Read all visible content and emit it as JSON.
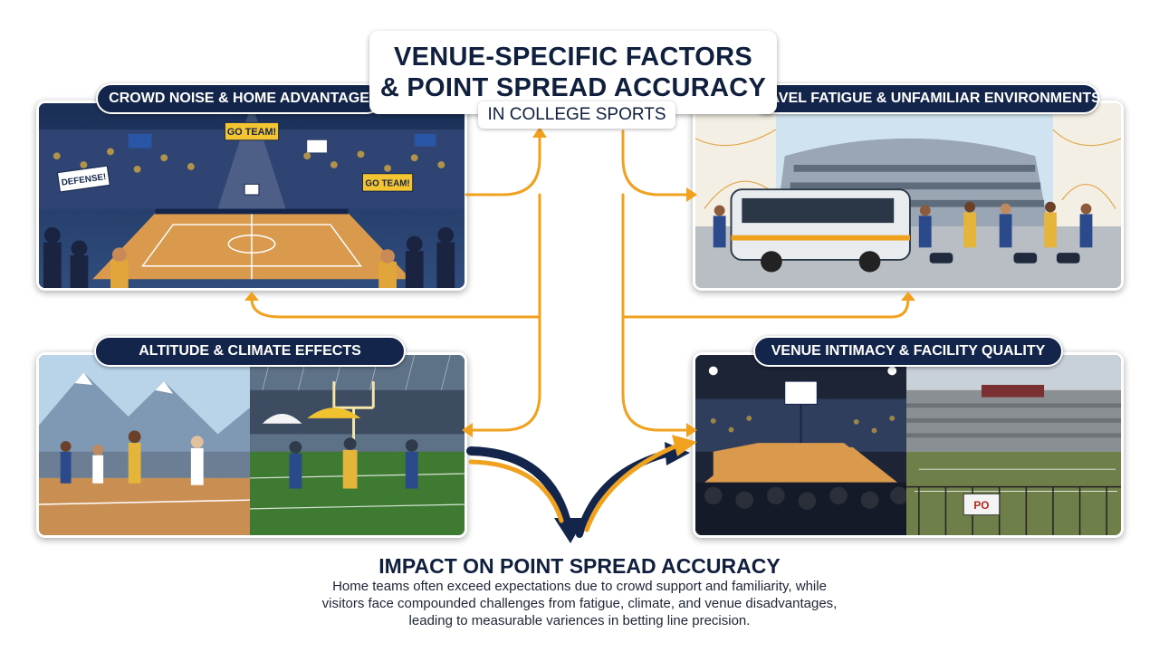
{
  "title": {
    "line1": "VENUE-SPECIFIC FACTORS",
    "line2": "& POINT SPREAD ACCURACY",
    "subtitle": "IN COLLEGE SPORTS"
  },
  "sections": {
    "crowd": {
      "label": "CROWD NOISE & HOME ADVANTAGE",
      "signs": [
        "GO TEAM!",
        "DEFENSE!",
        "GO TEAM!"
      ]
    },
    "travel": {
      "label": "TRAVEL FATIGUE & UNFAMILIAR ENVIRONMENTS"
    },
    "altitude": {
      "label": "ALTITUDE & CLIMATE EFFECTS"
    },
    "venue": {
      "label": "VENUE INTIMACY & FACILITY QUALITY",
      "sign": "PO"
    }
  },
  "impact": {
    "heading": "IMPACT ON POINT SPREAD ACCURACY",
    "body_lines": [
      "Home teams often exceed expectations due to crowd support and familiarity, while",
      "visitors face compounded challenges from fatigue, climate, and venue disadvantages,",
      "leading to measurable variences in betting line precision."
    ]
  },
  "colors": {
    "navy": "#13254a",
    "accent_orange": "#f0a21f",
    "court": "#d99a4e",
    "field": "#3f7a32"
  }
}
